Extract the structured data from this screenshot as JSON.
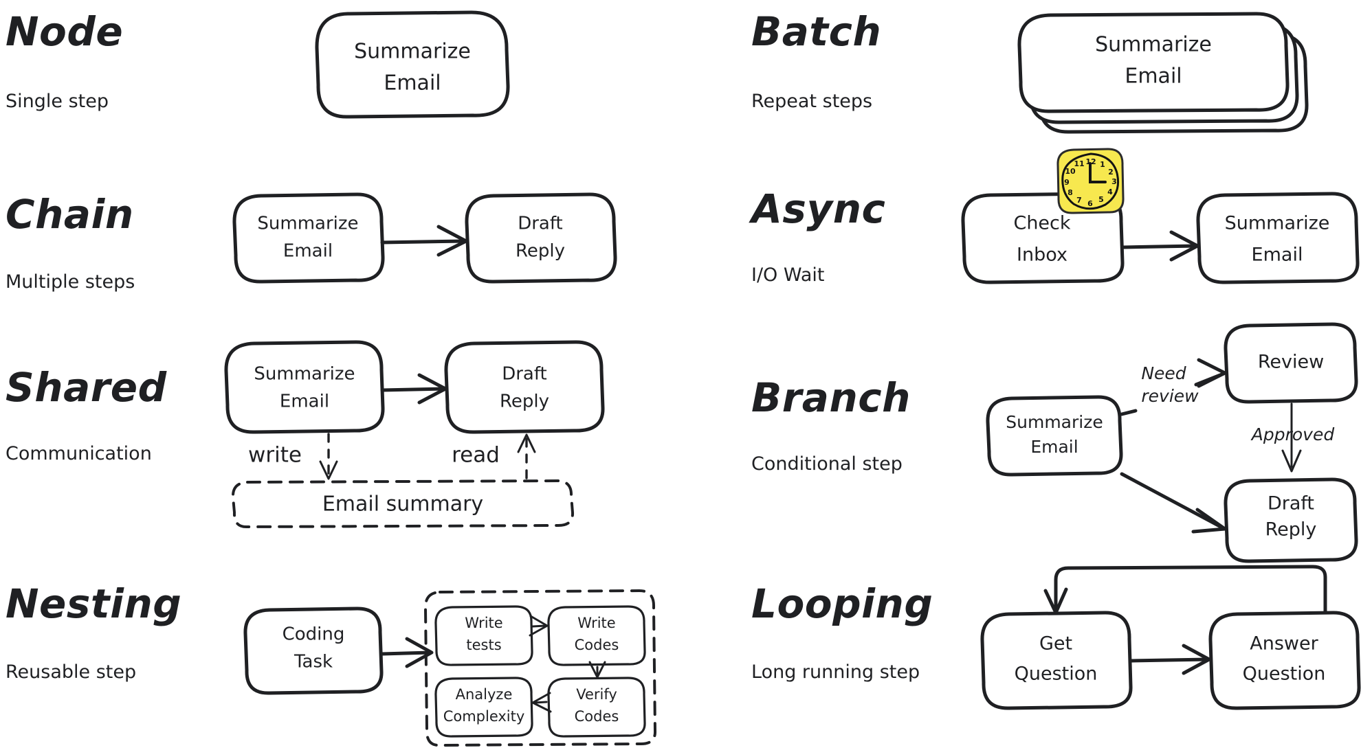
{
  "meta": {
    "background": "#ffffff",
    "ink": "#1f2023",
    "accent_yellow": "#f7e84f"
  },
  "patterns": [
    {
      "id": "node",
      "title": "Node",
      "subtitle": "Single step",
      "nodes": [
        {
          "id": "summarize-email",
          "label_lines": [
            "Summarize",
            "Email"
          ]
        }
      ],
      "edges": []
    },
    {
      "id": "batch",
      "title": "Batch",
      "subtitle": "Repeat steps",
      "nodes": [
        {
          "id": "summarize-email",
          "label_lines": [
            "Summarize",
            "Email"
          ],
          "stacked": 3
        }
      ],
      "edges": []
    },
    {
      "id": "chain",
      "title": "Chain",
      "subtitle": "Multiple steps",
      "nodes": [
        {
          "id": "summarize-email",
          "label_lines": [
            "Summarize",
            "Email"
          ]
        },
        {
          "id": "draft-reply",
          "label_lines": [
            "Draft",
            "Reply"
          ]
        }
      ],
      "edges": [
        {
          "from": "summarize-email",
          "to": "draft-reply",
          "label": "",
          "style": "solid"
        }
      ]
    },
    {
      "id": "async",
      "title": "Async",
      "subtitle": "I/O Wait",
      "nodes": [
        {
          "id": "check-inbox",
          "label_lines": [
            "Check",
            "Inbox"
          ],
          "badge": "clock-icon"
        },
        {
          "id": "summarize-email",
          "label_lines": [
            "Summarize",
            "Email"
          ]
        }
      ],
      "edges": [
        {
          "from": "check-inbox",
          "to": "summarize-email",
          "label": "",
          "style": "solid"
        }
      ],
      "clock": {
        "hour": 12,
        "minute": 15,
        "numerals": [
          "12",
          "1",
          "2",
          "3",
          "4",
          "5",
          "6",
          "7",
          "8",
          "9",
          "10",
          "11"
        ]
      }
    },
    {
      "id": "shared",
      "title": "Shared",
      "subtitle": "Communication",
      "nodes": [
        {
          "id": "summarize-email",
          "label_lines": [
            "Summarize",
            "Email"
          ]
        },
        {
          "id": "draft-reply",
          "label_lines": [
            "Draft",
            "Reply"
          ]
        },
        {
          "id": "email-summary",
          "label_lines": [
            "Email summary"
          ],
          "shape": "dashed-store"
        }
      ],
      "edges": [
        {
          "from": "summarize-email",
          "to": "draft-reply",
          "label": "",
          "style": "solid"
        },
        {
          "from": "summarize-email",
          "to": "email-summary",
          "label": "write",
          "style": "dashed"
        },
        {
          "from": "email-summary",
          "to": "draft-reply",
          "label": "read",
          "style": "dashed"
        }
      ]
    },
    {
      "id": "branch",
      "title": "Branch",
      "subtitle": "Conditional step",
      "nodes": [
        {
          "id": "summarize-email",
          "label_lines": [
            "Summarize",
            "Email"
          ]
        },
        {
          "id": "review",
          "label_lines": [
            "Review"
          ]
        },
        {
          "id": "draft-reply",
          "label_lines": [
            "Draft",
            "Reply"
          ]
        }
      ],
      "edges": [
        {
          "from": "summarize-email",
          "to": "review",
          "label_lines": [
            "Need",
            "review"
          ],
          "style": "solid"
        },
        {
          "from": "summarize-email",
          "to": "draft-reply",
          "label": "",
          "style": "solid"
        },
        {
          "from": "review",
          "to": "draft-reply",
          "label": "Approved",
          "style": "solid"
        }
      ]
    },
    {
      "id": "nesting",
      "title": "Nesting",
      "subtitle": "Reusable step",
      "nodes": [
        {
          "id": "coding-task",
          "label_lines": [
            "Coding",
            "Task"
          ]
        },
        {
          "id": "write-tests",
          "label_lines": [
            "Write",
            "tests"
          ],
          "nested": true
        },
        {
          "id": "write-codes",
          "label_lines": [
            "Write",
            "Codes"
          ],
          "nested": true
        },
        {
          "id": "verify-codes",
          "label_lines": [
            "Verify",
            "Codes"
          ],
          "nested": true
        },
        {
          "id": "analyze-complexity",
          "label_lines": [
            "Analyze",
            "Complexity"
          ],
          "nested": true
        }
      ],
      "edges": [
        {
          "from": "coding-task",
          "to": "nested-flow",
          "label": "",
          "style": "solid"
        },
        {
          "from": "write-tests",
          "to": "write-codes",
          "label": "",
          "style": "solid"
        },
        {
          "from": "write-codes",
          "to": "verify-codes",
          "label": "",
          "style": "solid"
        },
        {
          "from": "verify-codes",
          "to": "analyze-complexity",
          "label": "",
          "style": "solid"
        }
      ]
    },
    {
      "id": "looping",
      "title": "Looping",
      "subtitle": "Long running step",
      "nodes": [
        {
          "id": "get-question",
          "label_lines": [
            "Get",
            "Question"
          ]
        },
        {
          "id": "answer-question",
          "label_lines": [
            "Answer",
            "Question"
          ]
        }
      ],
      "edges": [
        {
          "from": "get-question",
          "to": "answer-question",
          "label": "",
          "style": "solid"
        },
        {
          "from": "answer-question",
          "to": "get-question",
          "label": "",
          "style": "loop-back"
        }
      ]
    }
  ],
  "labels": {
    "node_title": "Node",
    "node_sub": "Single step",
    "batch_title": "Batch",
    "batch_sub": "Repeat steps",
    "chain_title": "Chain",
    "chain_sub": "Multiple steps",
    "async_title": "Async",
    "async_sub": "I/O Wait",
    "shared_title": "Shared",
    "shared_sub": "Communication",
    "branch_title": "Branch",
    "branch_sub": "Conditional step",
    "nesting_title": "Nesting",
    "nesting_sub": "Reusable step",
    "looping_title": "Looping",
    "looping_sub": "Long running step",
    "summarize_1": "Summarize",
    "summarize_2": "Email",
    "draft_1": "Draft",
    "draft_2": "Reply",
    "check_1": "Check",
    "check_2": "Inbox",
    "email_summary": "Email summary",
    "write": "write",
    "read": "read",
    "need_1": "Need",
    "need_2": "review",
    "approved": "Approved",
    "review": "Review",
    "coding_1": "Coding",
    "coding_2": "Task",
    "wtests_1": "Write",
    "wtests_2": "tests",
    "wcodes_1": "Write",
    "wcodes_2": "Codes",
    "vcodes_1": "Verify",
    "vcodes_2": "Codes",
    "analyze_1": "Analyze",
    "analyze_2": "Complexity",
    "getq_1": "Get",
    "getq_2": "Question",
    "answq_1": "Answer",
    "answq_2": "Question",
    "clock_12": "12",
    "clock_1": "1",
    "clock_2": "2",
    "clock_3": "3",
    "clock_4": "4",
    "clock_5": "5",
    "clock_6": "6",
    "clock_7": "7",
    "clock_8": "8",
    "clock_9": "9",
    "clock_10": "10",
    "clock_11": "11"
  }
}
